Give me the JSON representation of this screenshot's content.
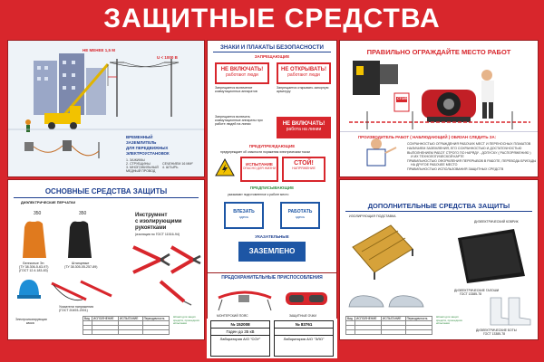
{
  "title": "ЗАЩИТНЫЕ СРЕДСТВА",
  "top_left": {
    "dim_label": "НЕ МЕНЕЕ 1,5 М",
    "voltage_label": "U < 1000 В",
    "grounding_caption": [
      "ВРЕМЕННЫЙ",
      "ЗАЗЕМЛИТЕЛЬ",
      "ДЛЯ ПЕРЕДВИЖНЫХ",
      "ЭЛЕКТРОУСТАНОВОК"
    ],
    "grounding_notes": [
      "1. ЗАЖИМЫ",
      "2. СТРУБЦИНЫ",
      "3. МНОГОЖИЛЬНЫЙ",
      "МЕДНЫЙ ПРОВОД",
      "СЕЧЕНИЕМ 16 ММ²",
      "4. ШТЫРЬ"
    ]
  },
  "top_middle": {
    "heading": "ЗНАКИ И ПЛАКАТЫ БЕЗОПАСНОСТИ",
    "sub_forbidding": "ЗАПРЕЩАЮЩИЕ",
    "sign1_a": "НЕ ВКЛЮЧАТЬ!",
    "sign1_b": "работают люди",
    "sign2_a": "НЕ ОТКРЫВАТЬ!",
    "sign2_b": "работают люди",
    "sign3_a": "НЕ ВКЛЮЧАТЬ!",
    "sign3_b": "работа на линии",
    "text1": "Запрещается включение коммутационных аппаратов",
    "text2": "Запрещается открывать запорную арматуру",
    "text3": "Запрещается включать коммутационные аппараты при работе людей на линии",
    "sub_warning": "ПРЕДУПРЕЖДАЮЩИЕ",
    "warning_desc": "предупреждает об опасности поражения электрическим током",
    "warn_sign1": "ИСПЫТАНИЕ",
    "warn_sign1_b": "ОПАСНО ДЛЯ ЖИЗНИ",
    "warn_sign2": "СТОЙ!",
    "warn_sign2_b": "НАПРЯЖЕНИЕ",
    "sub_prescribing": "ПРЕДПИСЫВАЮЩИЕ",
    "presc_desc": "указывают подготовленное к работе место",
    "presc1_a": "ВЛЕЗАТЬ",
    "presc1_b": "здесь",
    "presc2_a": "РАБОТАТЬ",
    "presc2_b": "здесь",
    "sub_indicating": "УКАЗАТЕЛЬНЫЕ",
    "grounded_sign": "ЗАЗЕМЛЕНО"
  },
  "top_right": {
    "heading": "ПРАВИЛЬНО ОГРАЖДАЙТЕ МЕСТО РАБОТ",
    "stop_sign": "СТОЙ!",
    "sub": "ПРОИЗВОДИТЕЛЬ РАБОТ ( НАБЛЮДАЮЩИЙ ) ОБЯЗАН СЛЕДИТЬ ЗА:",
    "bullets": [
      "СОХРАННОСТЬЮ ОГРАЖДЕНИЯ РАБОЧИХ МЕСТ И ПЕРЕНОСНЫХ ПЛАКАТОВ",
      "НАЛИЧИЕМ ЗАЗЕМЛЕНИЯ, ЕГО СОХРАННОСТЬЮ И ДОСТАТОЧНОСТЬЮ",
      "ВЫПОЛНЕНИЕМ РАБОТ СТРОГО ПО НАРЯДУ - ДОПУСКУ ( РАСПОРЯЖЕНИЮ )",
      "И ИХ ТЕХНОЛОГИЧЕСКОЙ КАРТЕ",
      "ПРАВИЛЬНОСТЬЮ ОФОРМЛЕНИЯ ПЕРЕРЫВОВ В РАБОТЕ, ПЕРЕВОДА БРИГАДЫ",
      "НА ДРУГОЕ РАБОЧЕЕ МЕСТО",
      "ПРАВИЛЬНОСТЬЮ ИСПОЛЬЗОВАНИЯ ЗАЩИТНЫХ СРЕДСТВ"
    ]
  },
  "bottom_left": {
    "heading": "ОСНОВНЫЕ СРЕДСТВА ЗАЩИТЫ",
    "gloves_label": "ДИЭЛЕКТРИЧЕСКИЕ ПЕРЧАТКИ",
    "dim1": "350",
    "dim2": "350",
    "tools_heading": [
      "Инструмент",
      "с изолирующими",
      "рукоятками"
    ],
    "tools_sub": "(изоляция по ГОСТ 11516-94)",
    "gloves1_label": [
      "Латексные Эн",
      "(ТУ 38.306-5-63-97)",
      "(ГОСТ 12.4.183-83)"
    ],
    "gloves2_label": [
      "Штанцевые",
      "(ТУ 38.305-05-257-89)"
    ],
    "indicator_label": [
      "Указатели напряжения",
      "(ГОСТ 20493-2001)"
    ],
    "helmet_label": [
      "Электроизолирующая",
      "каска"
    ],
    "table_headers": [
      "Вид",
      "ИСПОЛНЕНИЕ",
      "ИСПЫТАНИЕ",
      "Периодичность"
    ],
    "green_note": "Штамп для защит. средств, прошедших испытания"
  },
  "bottom_middle": {
    "heading": "ПРЕДОХРАНИТЕЛЬНЫЕ ПРИСПОСОБЛЕНИЯ",
    "stamp1_no": "№ 152008",
    "stamp1_mid": "Годен до 35 кВ",
    "stamp1_lab": "Лаборатория А/О \"СОУ\"",
    "stamp2_no": "№ 83761",
    "stamp2_lab": "Лаборатория А/О \"ЭЛО\"",
    "belt_label": "МОНТЕРСКИЙ ПОЯС",
    "glasses_label": "ЗАЩИТНЫЕ ОЧКИ"
  },
  "bottom_right": {
    "heading": "ДОПОЛНИТЕЛЬНЫЕ СРЕДСТВА ЗАЩИТЫ",
    "stand_label": "ИЗОЛИРУЮЩАЯ ПОДСТАВКА",
    "carpet_label": "ДИЭЛЕКТРИЧЕСКИЙ КОВРИК",
    "galoshes_label": [
      "ДИЭЛЕКТРИЧЕСКИЕ ГАЛОШИ",
      "ГОСТ 13385-78"
    ],
    "boots_label": [
      "ДИЭЛЕКТРИЧЕСКИЕ БОТЫ",
      "ГОСТ 13385-78"
    ],
    "green_note": "Штамп для защит. средств, прошедших испытания"
  },
  "colors": {
    "brand_red": "#d8262c",
    "brand_blue": "#1d3f8f",
    "sign_blue": "#1d56a5",
    "note_green": "#2e8b3d",
    "safety_yellow": "#f2c200"
  }
}
